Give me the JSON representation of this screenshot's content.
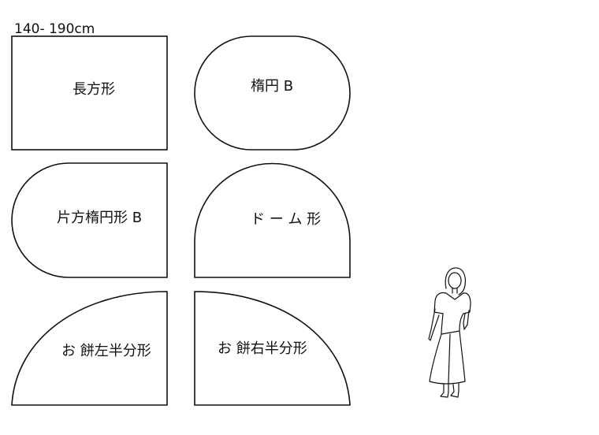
{
  "size_label": "140- 190cm",
  "shapes": {
    "rectangle": "長方形",
    "oval_b": "楕円 B",
    "half_oval_b": "片方楕円形 B",
    "dome": "ド ー ム 形",
    "left_half_mochi": "お 餅左半分形",
    "right_half_mochi": "お 餅右半分形"
  },
  "figure": {
    "icon": "standing-woman-silhouette-icon"
  },
  "colors": {
    "stroke": "#111111",
    "background": "#ffffff"
  }
}
